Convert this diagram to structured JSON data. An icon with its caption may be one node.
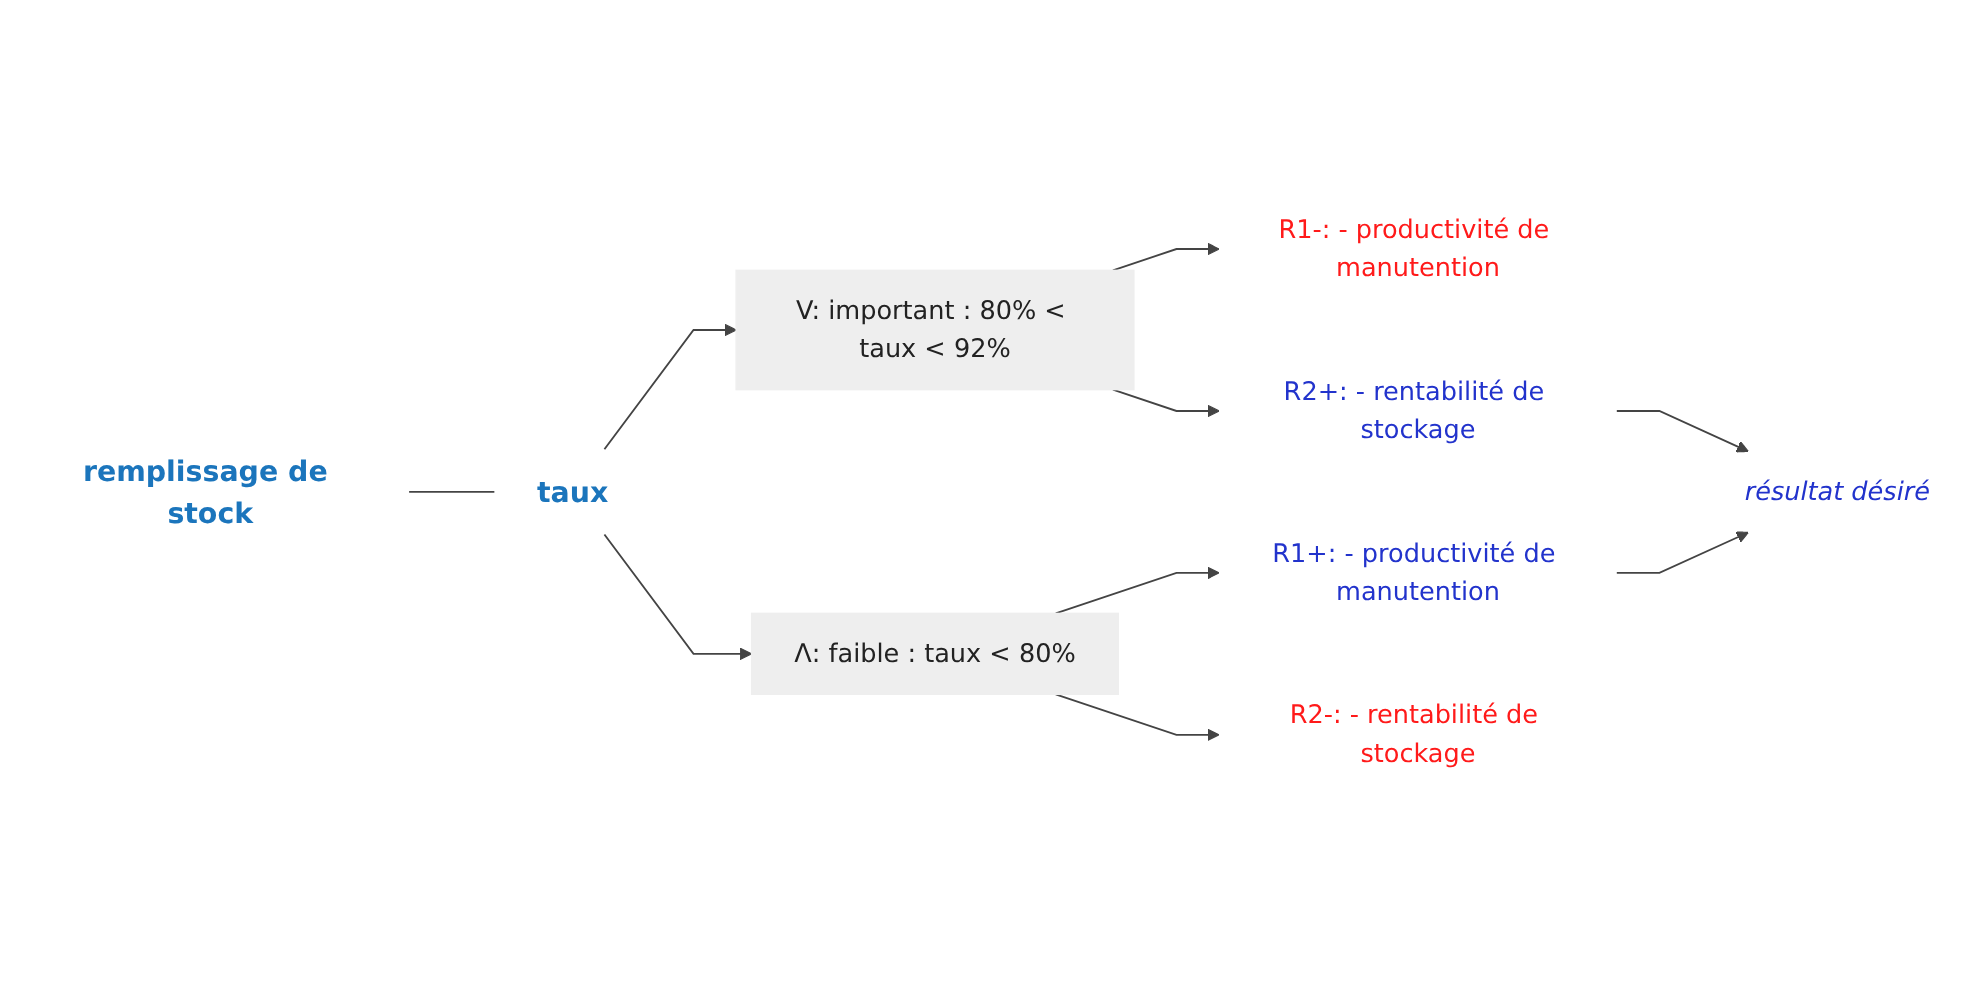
{
  "diagram": {
    "nodes": [
      {
        "text": [
          "remplissage de stock"
        ]
      },
      {
        "text": [
          "taux"
        ]
      },
      {
        "text": [
          "V: important : 80% < taux < 92%"
        ]
      },
      {
        "text": [
          "Λ: faible : taux < 80%"
        ]
      },
      {
        "text": [
          "R1-: - productivité de manutention"
        ]
      },
      {
        "text": [
          "R2+: - rentabilité de stockage"
        ]
      },
      {
        "text": [
          "R1+: - productivité de manutention"
        ]
      },
      {
        "text": [
          "R2-: - rentabilité de stockage"
        ]
      },
      {
        "text": [
          "résultat désiré"
        ]
      }
    ],
    "edges": [
      {
        "from": 0,
        "to": 1,
        "arrow": "none"
      },
      {
        "from": 1,
        "to": 2,
        "arrow": "to"
      },
      {
        "from": 1,
        "to": 3,
        "arrow": "to"
      },
      {
        "from": 2,
        "to": 4,
        "arrow": "to"
      },
      {
        "from": 2,
        "to": 5,
        "arrow": "to"
      },
      {
        "from": 3,
        "to": 6,
        "arrow": "to"
      },
      {
        "from": 3,
        "to": 7,
        "arrow": "to"
      },
      {
        "from": 5,
        "to": 8,
        "arrow": "to"
      },
      {
        "from": 6,
        "to": 8,
        "arrow": "to"
      }
    ]
  }
}
